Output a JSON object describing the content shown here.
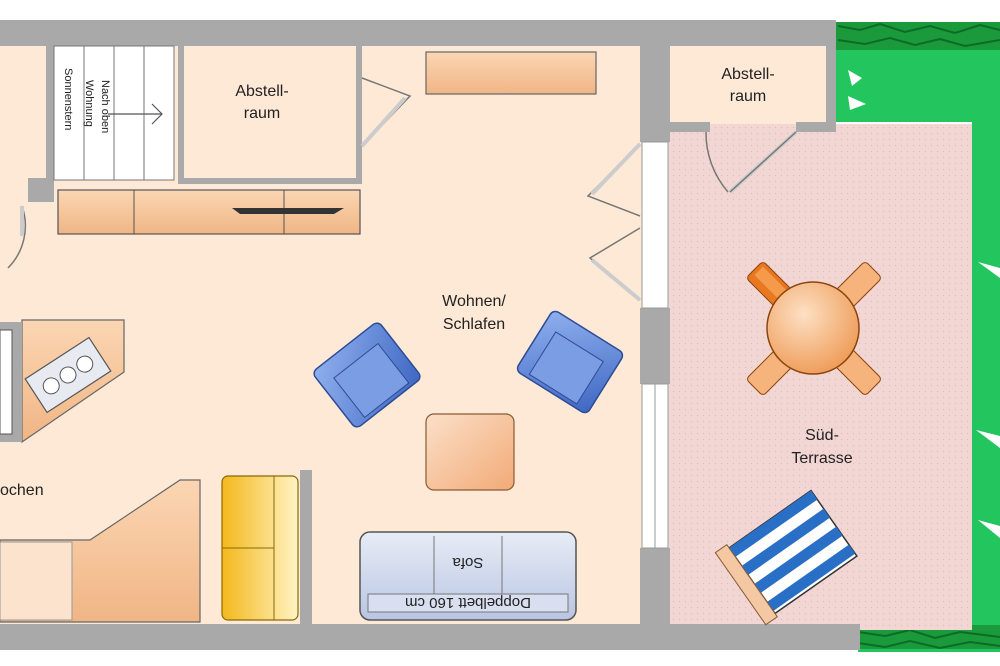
{
  "floorplan": {
    "rooms": {
      "storage_left": [
        "Abstell-",
        "raum"
      ],
      "storage_right": [
        "Abstell-",
        "raum"
      ],
      "living": [
        "Wohnen/",
        "Schlafen"
      ],
      "terrace": [
        "Süd-",
        "Terrasse"
      ],
      "kitchen": "ochen"
    },
    "stairs": [
      "Nach oben",
      "Wohnung",
      "Sonnenstern"
    ],
    "sofa": {
      "label": "Sofa",
      "bed": "Doppelbett 160 cm"
    }
  },
  "colors": {
    "wall": "#a9a9a9",
    "floor": "#fde9d6",
    "terrace_floor": "#f2d6d3",
    "lawn": "#22c55e",
    "hedge": "#1a9a3a",
    "armchair": "#5b84d6",
    "table": "#f0a868",
    "sofa": "#c9d3ea",
    "yellow_chair": "#f2be18"
  }
}
